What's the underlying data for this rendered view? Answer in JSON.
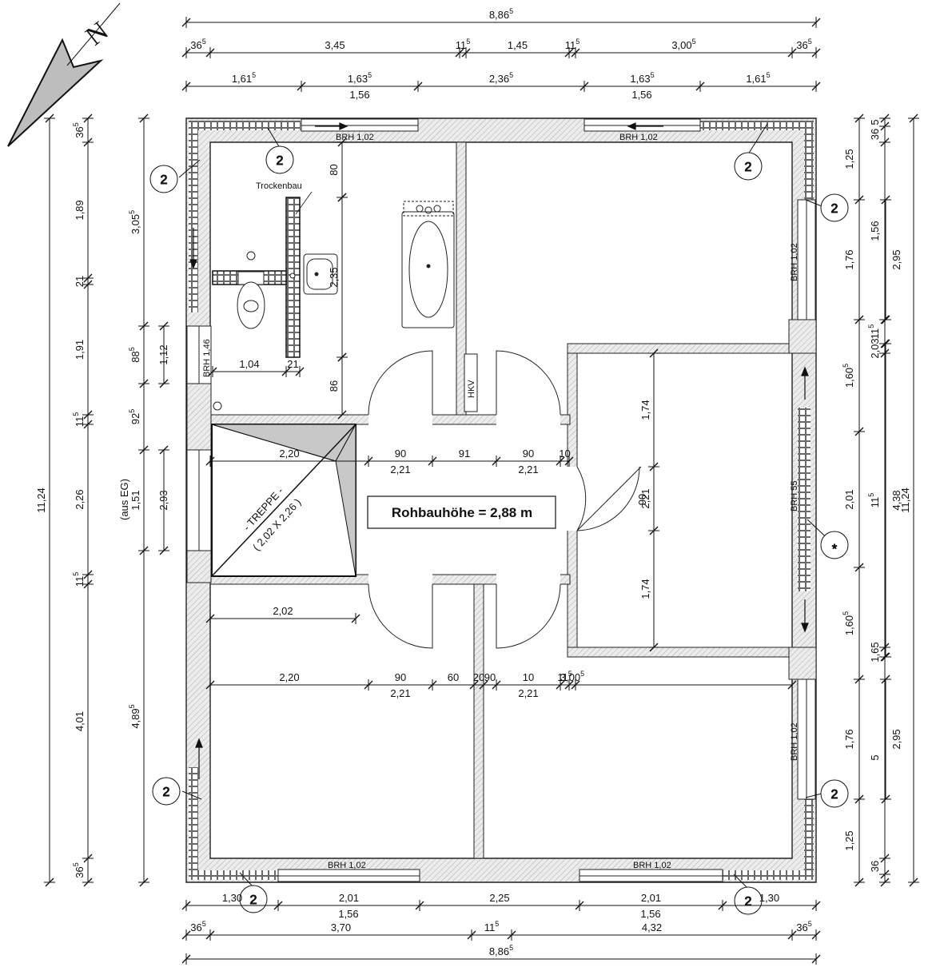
{
  "north": {
    "label": "N"
  },
  "top_dims": {
    "overall": {
      "v": "8,86",
      "s": "5"
    },
    "row1": [
      {
        "v": "36",
        "s": "5"
      },
      {
        "v": "3,45",
        "s": ""
      },
      {
        "v": "11",
        "s": "5"
      },
      {
        "v": "1,45",
        "s": ""
      },
      {
        "v": "11",
        "s": "5"
      },
      {
        "v": "3,00",
        "s": "5"
      },
      {
        "v": "36",
        "s": "5"
      }
    ],
    "row2": [
      {
        "v": "1,61",
        "s": "5"
      },
      {
        "v": "1,63",
        "s": "5"
      },
      {
        "v": "2,36",
        "s": "5"
      },
      {
        "v": "1,63",
        "s": "5"
      },
      {
        "v": "1,61",
        "s": "5"
      }
    ],
    "row2_below": [
      "1,56",
      "1,56"
    ]
  },
  "bottom_dims": {
    "row1": [
      {
        "v": "1,30",
        "s": ""
      },
      {
        "v": "2,01",
        "s": ""
      },
      {
        "v": "2,25",
        "s": ""
      },
      {
        "v": "2,01",
        "s": ""
      },
      {
        "v": "1,30",
        "s": ""
      }
    ],
    "row1_below": [
      "1,56",
      "1,56"
    ],
    "row2": [
      {
        "v": "36",
        "s": "5"
      },
      {
        "v": "3,70",
        "s": ""
      },
      {
        "v": "11",
        "s": "5"
      },
      {
        "v": "4,32",
        "s": ""
      },
      {
        "v": "36",
        "s": "5"
      }
    ],
    "overall": {
      "v": "8,86",
      "s": "5"
    }
  },
  "left_dims": {
    "overall": "11,24",
    "col2": [
      {
        "v": "36",
        "s": "5"
      },
      {
        "v": "1,89",
        "s": ""
      },
      {
        "v": "21",
        "s": ""
      },
      {
        "v": "1,91",
        "s": ""
      },
      {
        "v": "11",
        "s": "5"
      },
      {
        "v": "2,26",
        "s": ""
      },
      {
        "v": "11",
        "s": "5"
      },
      {
        "v": "4,01",
        "s": ""
      },
      {
        "v": "36",
        "s": "5"
      }
    ],
    "col3": [
      {
        "v": "3,05",
        "s": "5"
      },
      {
        "v": "88",
        "s": "5"
      },
      {
        "v": "1,12",
        "s": ""
      },
      {
        "v": "92",
        "s": "5"
      },
      {
        "v": "1,51",
        "s": ""
      },
      {
        "v": "2,93",
        "s": ""
      },
      {
        "v": "4,89",
        "s": "5"
      }
    ],
    "note": "(aus EG)"
  },
  "right_dims": {
    "col1": [
      {
        "v": "1,25",
        "s": ""
      },
      {
        "v": "1,76",
        "s": ""
      },
      {
        "v": "1,60",
        "s": "5"
      },
      {
        "v": "2,01",
        "s": ""
      },
      {
        "v": "1,60",
        "s": "5"
      },
      {
        "v": "1,76",
        "s": ""
      },
      {
        "v": "1,25",
        "s": ""
      }
    ],
    "col2": [
      {
        "v": "5",
        "s": ""
      },
      {
        "v": "36",
        "s": ""
      },
      {
        "v": "1,56",
        "s": ""
      },
      {
        "v": "11",
        "s": "5"
      },
      {
        "v": "2,03",
        "s": ""
      },
      {
        "v": "11",
        "s": "5"
      },
      {
        "v": "1,65",
        "s": ""
      },
      {
        "v": "5",
        "s": ""
      },
      {
        "v": "36",
        "s": ""
      }
    ],
    "col3": [
      "2,95",
      "4,38",
      "2,95"
    ],
    "overall": "11,24"
  },
  "interior_dims": {
    "bath": [
      "80",
      "2,35",
      "1,04",
      "21",
      "86"
    ],
    "hall_top": [
      "2,20",
      "90",
      "2,21",
      "91",
      "90",
      "2,21",
      "10"
    ],
    "room_right": [
      "1,74",
      "2,21",
      "90",
      "1,74"
    ],
    "mid": [
      "2,02"
    ],
    "lower_row": [
      "2,20",
      "90",
      "2,21",
      "60",
      "20",
      "90",
      "2,21",
      "10",
      "11",
      "3,00"
    ],
    "lower_row_sups": [
      "5",
      "5"
    ]
  },
  "window_labels": [
    "BRH 1,02",
    "BRH 1,02",
    "BRH 1,46",
    "BRH 1,02",
    "BRH 55",
    "BRH 1,02",
    "BRH 1,02",
    "BRH 1,02"
  ],
  "labels": {
    "drywall": "Trockenbau",
    "heating": "HKV",
    "stair_title": "- TREPPE -",
    "stair_size": "( 2,02 X 2,26 )",
    "height_note": "Rohbauhöhe = 2,88 m",
    "asterisk": "*"
  },
  "callouts": [
    "2",
    "2",
    "2",
    "2",
    "2",
    "2",
    "2",
    "2"
  ]
}
